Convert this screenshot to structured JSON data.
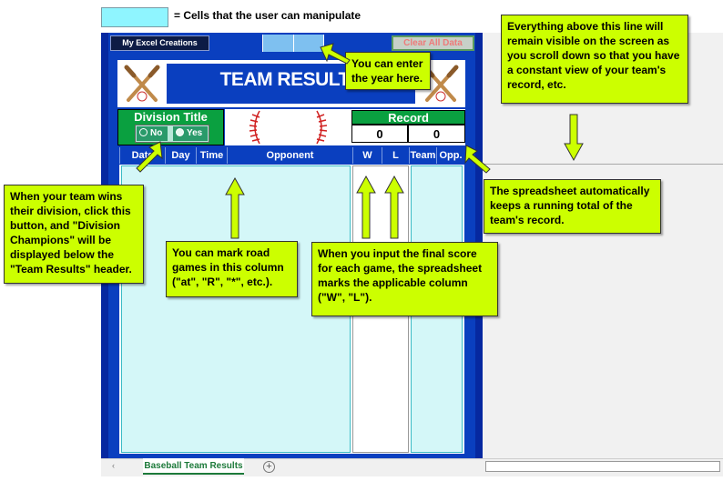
{
  "legend": {
    "text": "= Cells that the user can manipulate"
  },
  "toolbar": {
    "logo_label": "My Excel Creations",
    "clear_label": "Clear All Data"
  },
  "header": {
    "title": "TEAM RESULTS"
  },
  "division": {
    "title": "Division Title",
    "no_label": "No",
    "yes_label": "Yes",
    "selected": "Yes"
  },
  "record": {
    "title": "Record",
    "wins": "0",
    "losses": "0"
  },
  "columns": [
    "Date",
    "Day",
    "Time",
    "Opponent",
    "W",
    "L",
    "Team",
    "Opp."
  ],
  "callouts": {
    "year": "You can enter the year here.",
    "freeze": "Everything above this line will remain visible on the screen as you scroll down so that you have a constant view of your team's record, etc.",
    "record": "The spreadsheet automatically keeps a running total of the team's record.",
    "division": "When your team wins their division, click this button, and \"Division Champions\" will be displayed below the \"Team Results\" header.",
    "road": "You can mark road games in this column (\"at\", \"R\", \"*\", etc.).",
    "score": "When you input the final score for each game, the spreadsheet marks the applicable column (\"W\", \"L\")."
  },
  "sheet_tab": {
    "label": "Baseball Team Results"
  },
  "colors": {
    "brand_blue": "#0a3fbf",
    "green": "#0aa040",
    "callout": "#ccff00",
    "editable_cyan": "#8ff5ff"
  }
}
